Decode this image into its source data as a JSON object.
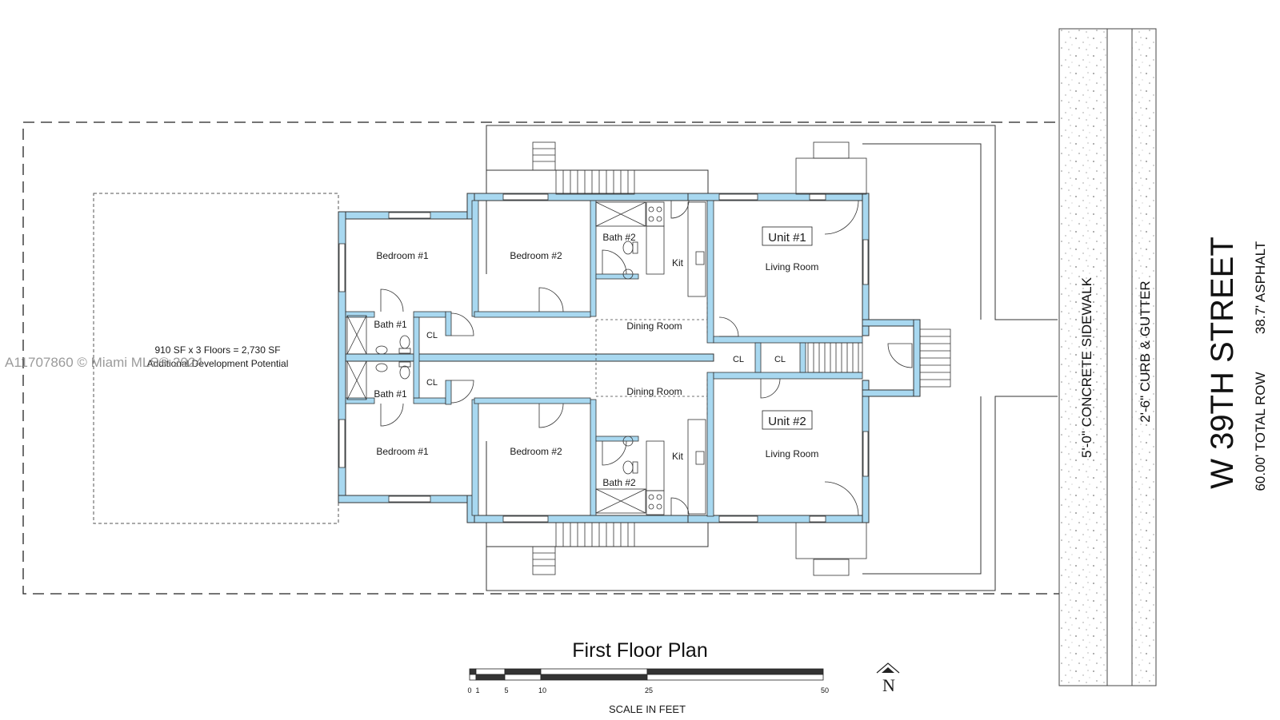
{
  "watermark": "A11707860 © Miami MLS® 2024",
  "plan": {
    "title": "First Floor Plan",
    "development": {
      "line1": "910 SF  x 3 Floors = 2,730 SF",
      "line2": "Additional Development Potential"
    },
    "rooms": {
      "bedroom1": "Bedroom #1",
      "bedroom2": "Bedroom #2",
      "bath1": "Bath #1",
      "bath2": "Bath #2",
      "closet": "CL",
      "kitchen": "Kit",
      "dining": "Dining Room",
      "living": "Living Room"
    },
    "units": [
      "Unit #1",
      "Unit #2"
    ]
  },
  "street": {
    "name": "W 39TH STREET",
    "row": "60.00' TOTAL ROW",
    "asphalt": "38.7' ASPHALT",
    "sidewalk": "5'-0\" CONCRETE SIDEWALK",
    "curb": "2'-6\" CURB & GUTTER"
  },
  "scale": {
    "caption": "SCALE IN FEET",
    "ticks": [
      "0",
      "1",
      "5",
      "10",
      "25",
      "50"
    ]
  },
  "north_label": "N",
  "colors": {
    "wall": "#a8d8f0",
    "line": "#222222"
  }
}
